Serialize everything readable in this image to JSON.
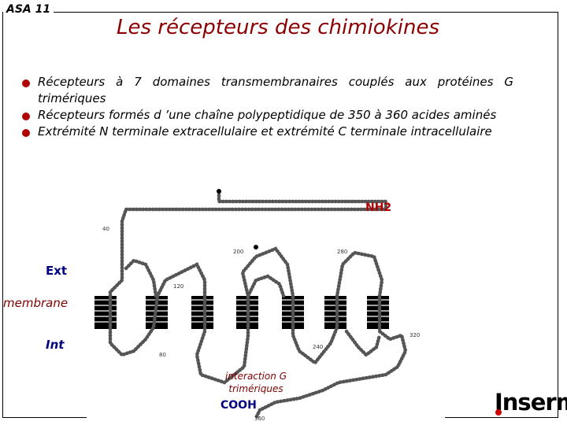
{
  "slide": {
    "tag": "ASA 11",
    "title": "Les récepteurs des chimiokines",
    "bullets": [
      "Récepteurs à 7 domaines transmembranaires couplés aux protéines G trimériques",
      "Récepteurs formés d ’une chaîne polypeptidique de 350 à 360 acides aminés",
      "Extrémité N terminale extracellulaire et extrémité C terminale intracellulaire"
    ]
  },
  "figure": {
    "labels": {
      "ext": "Ext",
      "membrane": "membrane",
      "int": "Int",
      "nh2": "NH2",
      "cooh": "COOH",
      "interaction": "interaction G trimériques"
    },
    "residue_numbers": [
      "40",
      "200",
      "280",
      "120",
      "320",
      "80",
      "240",
      "360"
    ]
  },
  "logo": {
    "text": "Inserm"
  },
  "colors": {
    "title": "#8b0000",
    "bullet_dot": "#b00000",
    "ext_int": "#000080",
    "membrane": "#800000"
  }
}
